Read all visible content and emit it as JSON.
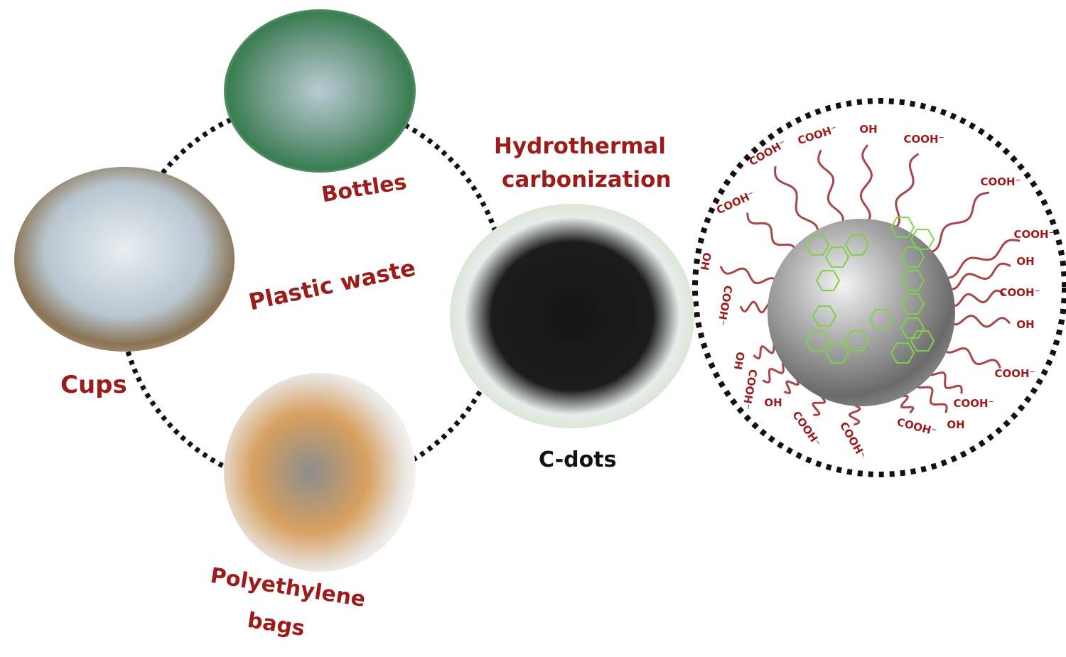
{
  "labels": {
    "bottles": "Bottles",
    "plastic_waste": "Plastic waste",
    "cups": "Cups",
    "polyethylene_bags_line1": "Polyethylene",
    "polyethylene_bags_line2": "bags",
    "process_line1": "Hydrothermal",
    "process_line2": "carbonization",
    "product": "C-dots"
  },
  "functional_groups": [
    "COOH⁻",
    "COOH⁻",
    "OH",
    "COOH⁻",
    "COOH⁻",
    "COOH⁻",
    "COOH⁻",
    "OH",
    "COOH⁻",
    "OH",
    "COOH⁻",
    "COOH⁻",
    "OH",
    "COOH⁻",
    "COOH⁻",
    "COOH⁻",
    "OH",
    "COOH⁻",
    "OH",
    "COOH⁻",
    "OH"
  ],
  "colors": {
    "label_red": "#9c1c1c",
    "chain_red": "#a8474a",
    "ring_green": "#7fd04a",
    "dots": "#111111"
  }
}
